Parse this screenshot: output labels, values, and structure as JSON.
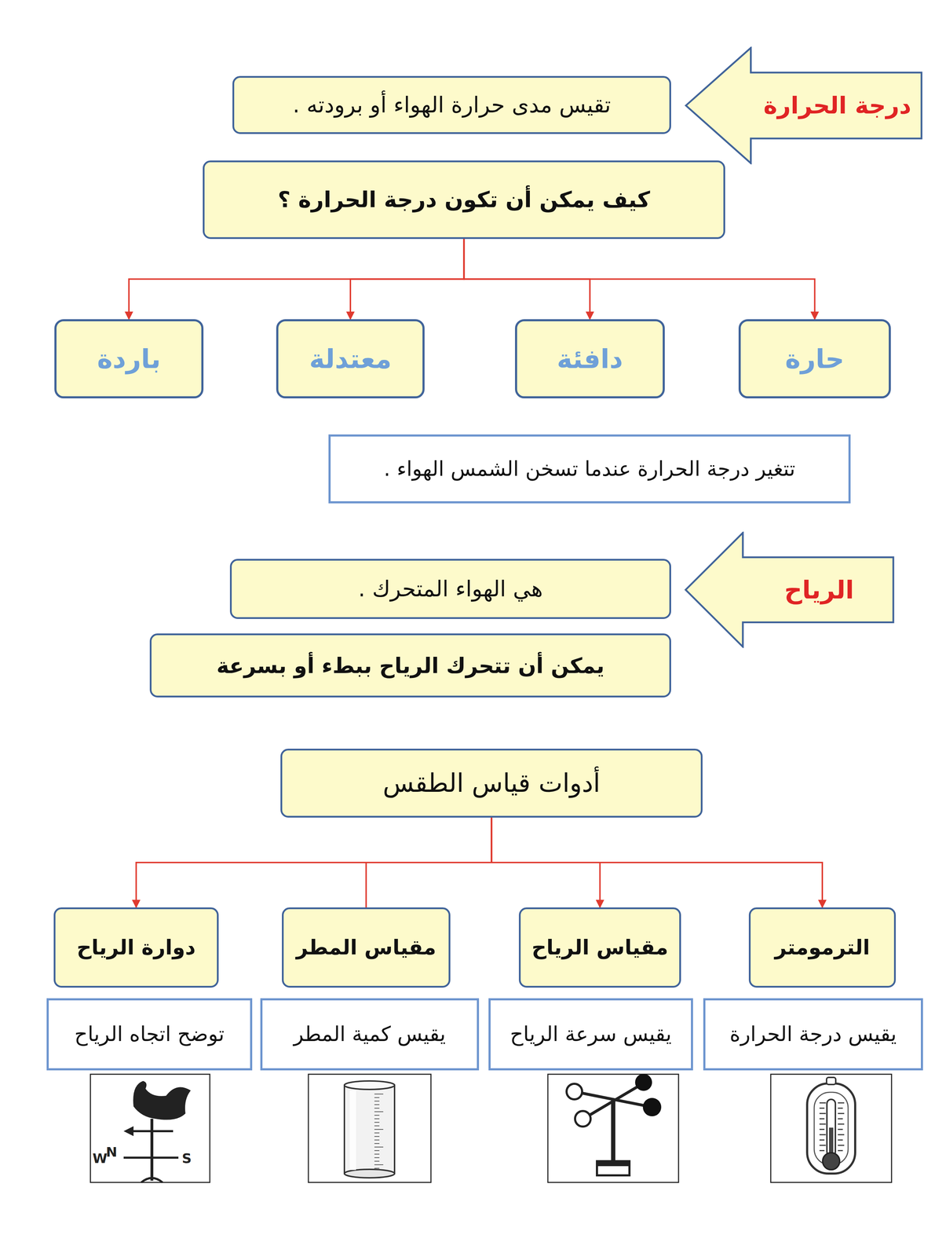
{
  "diagram": {
    "nodes": [
      {
        "text": [
          "درجة الحرارة"
        ]
      },
      {
        "text": [
          "تقيس مدى حرارة الهواء أو برودته ."
        ]
      },
      {
        "text": [
          "كيف يمكن أن تكون درجة الحرارة ؟"
        ]
      },
      {
        "text": [
          "حارة"
        ]
      },
      {
        "text": [
          "دافئة"
        ]
      },
      {
        "text": [
          "معتدلة"
        ]
      },
      {
        "text": [
          "باردة"
        ]
      },
      {
        "text": [
          "تتغير درجة الحرارة عندما تسخن الشمس الهواء ."
        ]
      },
      {
        "text": [
          "الرياح"
        ]
      },
      {
        "text": [
          "هي الهواء المتحرك ."
        ]
      },
      {
        "text": [
          "يمكن أن تتحرك الرياح ببطء أو بسرعة"
        ]
      },
      {
        "text": [
          "أدوات قياس الطقس"
        ]
      },
      {
        "text": [
          "الترمومتر"
        ]
      },
      {
        "text": [
          "مقياس الرياح"
        ]
      },
      {
        "text": [
          "مقياس المطر"
        ]
      },
      {
        "text": [
          "دوارة الرياح"
        ]
      },
      {
        "text": [
          "يقيس درجة الحرارة"
        ]
      },
      {
        "text": [
          "يقيس سرعة الرياح"
        ]
      },
      {
        "text": [
          "يقيس كمية المطر"
        ]
      },
      {
        "text": [
          "توضح اتجاه الرياح"
        ]
      }
    ],
    "edges": [
      {
        "from": 2,
        "to": 3,
        "arrow": "to"
      },
      {
        "from": 2,
        "to": 4,
        "arrow": "to"
      },
      {
        "from": 2,
        "to": 5,
        "arrow": "to"
      },
      {
        "from": 2,
        "to": 6,
        "arrow": "to"
      },
      {
        "from": 11,
        "to": 12,
        "arrow": "to"
      },
      {
        "from": 11,
        "to": 13,
        "arrow": "to"
      },
      {
        "from": 11,
        "to": 14,
        "arrow": "none"
      },
      {
        "from": 11,
        "to": 15,
        "arrow": "to"
      }
    ],
    "labels": [
      "W",
      "N",
      "S"
    ]
  }
}
